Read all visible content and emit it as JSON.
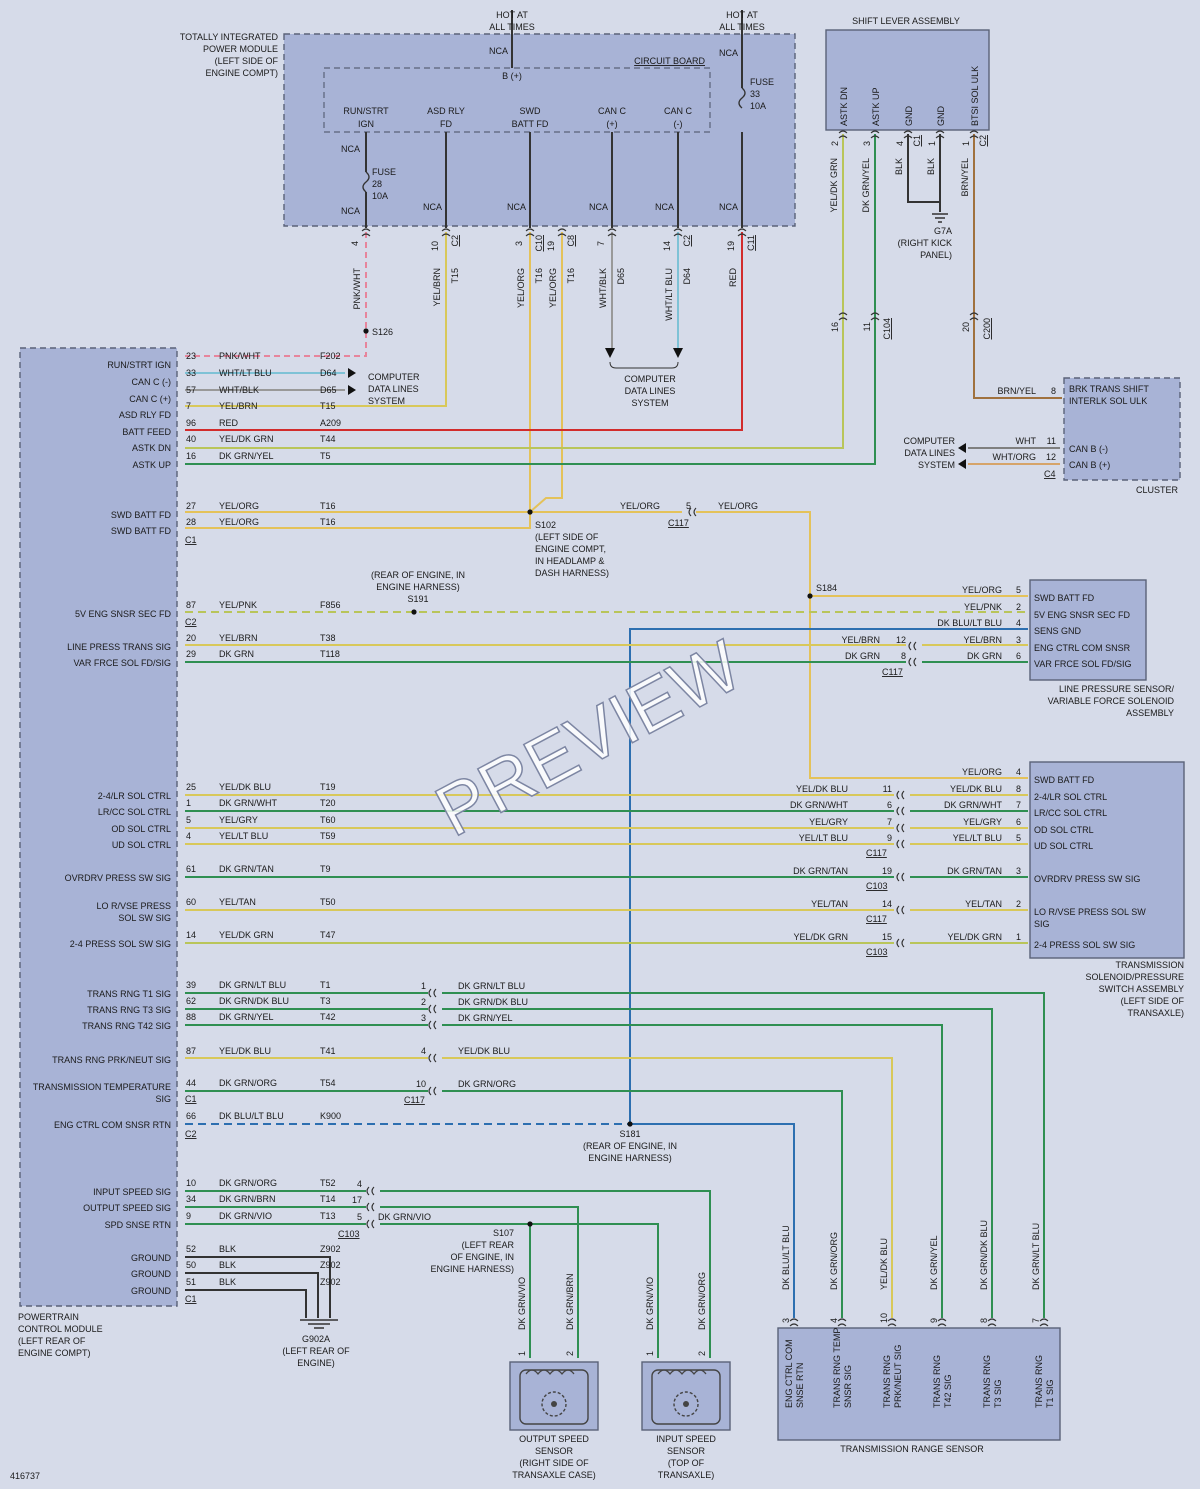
{
  "diagram_id": "416737",
  "watermark": "PREVIEW",
  "colors": {
    "bg": "#d6dbe9",
    "box": "#a8b3d6",
    "yel": "#d8c85a",
    "grn": "#2f8f52",
    "blu": "#2d6fb0",
    "red": "#d22c2c",
    "pnk": "#e7859c",
    "lblu": "#7ec2d6",
    "gray": "#7f7f7f",
    "ygrn": "#b9c55a",
    "org": "#e4c25a"
  },
  "tipm": {
    "title": [
      "TOTALLY INTEGRATED",
      "POWER MODULE",
      "(LEFT SIDE OF",
      "ENGINE COMPT)"
    ],
    "hot1": [
      "HOT AT",
      "ALL TIMES"
    ],
    "hot2": [
      "HOT AT",
      "ALL TIMES"
    ],
    "circuit_board": "CIRCUIT BOARD",
    "bplus": "B (+)",
    "fuse28": [
      "FUSE",
      "28",
      "10A"
    ],
    "fuse33": [
      "FUSE",
      "33",
      "10A"
    ],
    "nca": "NCA",
    "cols": [
      {
        "l1": "RUN/STRT",
        "l2": "IGN"
      },
      {
        "l1": "ASD RLY",
        "l2": "FD"
      },
      {
        "l1": "SWD",
        "l2": "BATT FD"
      },
      {
        "l1": "CAN C",
        "l2": "(+)"
      },
      {
        "l1": "CAN C",
        "l2": "(-)"
      }
    ],
    "pins": [
      {
        "pin": "4",
        "conn": "",
        "wire": "PNK/WHT",
        "circ": ""
      },
      {
        "pin": "10",
        "conn": "C2",
        "wire": "YEL/BRN",
        "circ": "T15"
      },
      {
        "pin": "3",
        "conn": "C10",
        "wire": "YEL/ORG",
        "circ": "T16"
      },
      {
        "pin": "19",
        "conn": "C8",
        "wire": "YEL/ORG",
        "circ": "T16"
      },
      {
        "pin": "7",
        "conn": "",
        "wire": "WHT/BLK",
        "circ": "D65"
      },
      {
        "pin": "14",
        "conn": "C2",
        "wire": "WHT/LT BLU",
        "circ": "D64"
      },
      {
        "pin": "19",
        "conn": "C11",
        "wire": "RED",
        "circ": ""
      }
    ],
    "s126": "S126",
    "cdl": [
      "COMPUTER",
      "DATA LINES",
      "SYSTEM"
    ]
  },
  "shift": {
    "title": "SHIFT LEVER ASSEMBLY",
    "cols": [
      "ASTK DN",
      "ASTK UP",
      "GND",
      "GND",
      "BTSI SOL ULK"
    ],
    "pins": [
      "2",
      "3",
      "4",
      "1",
      "1"
    ],
    "conns": [
      "",
      "",
      "C1",
      "",
      "C2"
    ],
    "wires": [
      "YEL/DK GRN",
      "DK GRN/YEL",
      "BLK",
      "BLK",
      "BRN/YEL"
    ],
    "g7a": [
      "G7A",
      "(RIGHT KICK",
      "PANEL)"
    ],
    "c104": [
      "16",
      "11",
      "C104"
    ],
    "c200": [
      "20",
      "C200"
    ]
  },
  "cluster": {
    "title": "CLUSTER",
    "rows": [
      {
        "pin": "8",
        "wire": "BRN/YEL",
        "label": "BRK TRANS SHIFT INTERLK SOL ULK"
      },
      {
        "pin": "11",
        "wire": "WHT",
        "label": "CAN B (-)"
      },
      {
        "pin": "12",
        "wire": "WHT/ORG",
        "label": "CAN B (+)"
      }
    ],
    "conn": "C4",
    "cdl": [
      "COMPUTER",
      "DATA LINES",
      "SYSTEM"
    ]
  },
  "pcm": {
    "title": [
      "POWERTRAIN",
      "CONTROL MODULE",
      "(LEFT REAR OF",
      "ENGINE COMPT)"
    ],
    "rows": [
      {
        "label": "RUN/STRT IGN",
        "pin": "23",
        "wire": "PNK/WHT",
        "circ": "F202"
      },
      {
        "label": "CAN C (-)",
        "pin": "33",
        "wire": "WHT/LT BLU",
        "circ": "D64"
      },
      {
        "label": "CAN C (+)",
        "pin": "57",
        "wire": "WHT/BLK",
        "circ": "D65"
      },
      {
        "label": "ASD RLY FD",
        "pin": "7",
        "wire": "YEL/BRN",
        "circ": "T15"
      },
      {
        "label": "BATT FEED",
        "pin": "96",
        "wire": "RED",
        "circ": "A209"
      },
      {
        "label": "ASTK DN",
        "pin": "40",
        "wire": "YEL/DK GRN",
        "circ": "T44"
      },
      {
        "label": "ASTK UP",
        "pin": "16",
        "wire": "DK GRN/YEL",
        "circ": "T5"
      },
      {
        "label": "SWD BATT FD",
        "pin": "27",
        "wire": "YEL/ORG",
        "circ": "T16"
      },
      {
        "label": "SWD BATT FD",
        "pin": "28",
        "wire": "YEL/ORG",
        "circ": "T16"
      },
      {
        "label": "5V ENG SNSR SEC FD",
        "pin": "87",
        "wire": "YEL/PNK",
        "circ": "F856"
      },
      {
        "label": "LINE PRESS TRANS SIG",
        "pin": "20",
        "wire": "YEL/BRN",
        "circ": "T38"
      },
      {
        "label": "VAR FRCE SOL FD/SIG",
        "pin": "29",
        "wire": "DK GRN",
        "circ": "T118"
      },
      {
        "label": "2-4/LR SOL CTRL",
        "pin": "25",
        "wire": "YEL/DK BLU",
        "circ": "T19"
      },
      {
        "label": "LR/CC SOL CTRL",
        "pin": "1",
        "wire": "DK GRN/WHT",
        "circ": "T20"
      },
      {
        "label": "OD SOL CTRL",
        "pin": "5",
        "wire": "YEL/GRY",
        "circ": "T60"
      },
      {
        "label": "UD SOL CTRL",
        "pin": "4",
        "wire": "YEL/LT BLU",
        "circ": "T59"
      },
      {
        "label": "OVRDRV PRESS SW SIG",
        "pin": "61",
        "wire": "DK GRN/TAN",
        "circ": "T9"
      },
      {
        "label": "LO R/VSE PRESS SOL SW SIG",
        "pin": "60",
        "wire": "YEL/TAN",
        "circ": "T50"
      },
      {
        "label": "2-4 PRESS SOL SW SIG",
        "pin": "14",
        "wire": "YEL/DK GRN",
        "circ": "T47"
      },
      {
        "label": "TRANS RNG T1 SIG",
        "pin": "39",
        "wire": "DK GRN/LT BLU",
        "circ": "T1"
      },
      {
        "label": "TRANS RNG T3 SIG",
        "pin": "62",
        "wire": "DK GRN/DK BLU",
        "circ": "T3"
      },
      {
        "label": "TRANS RNG T42 SIG",
        "pin": "88",
        "wire": "DK GRN/YEL",
        "circ": "T42"
      },
      {
        "label": "TRANS RNG PRK/NEUT SIG",
        "pin": "87",
        "wire": "YEL/DK BLU",
        "circ": "T41"
      },
      {
        "label": "TRANSMISSION TEMPERATURE SIG",
        "pin": "44",
        "wire": "DK GRN/ORG",
        "circ": "T54"
      },
      {
        "label": "ENG CTRL COM SNSR RTN",
        "pin": "66",
        "wire": "DK BLU/LT BLU",
        "circ": "K900"
      },
      {
        "label": "INPUT SPEED SIG",
        "pin": "10",
        "wire": "DK GRN/ORG",
        "circ": "T52"
      },
      {
        "label": "OUTPUT SPEED SIG",
        "pin": "34",
        "wire": "DK GRN/BRN",
        "circ": "T14"
      },
      {
        "label": "SPD SNSE RTN",
        "pin": "9",
        "wire": "DK GRN/VIO",
        "circ": "T13"
      },
      {
        "label": "GROUND",
        "pin": "52",
        "wire": "BLK",
        "circ": "Z902"
      },
      {
        "label": "GROUND",
        "pin": "50",
        "wire": "BLK",
        "circ": "Z902"
      },
      {
        "label": "GROUND",
        "pin": "51",
        "wire": "BLK",
        "circ": "Z902"
      }
    ],
    "c1": "C1",
    "c2": "C2"
  },
  "splices": {
    "s102": [
      "S102",
      "(LEFT SIDE OF",
      "ENGINE COMPT,",
      "IN HEADLAMP &",
      "DASH HARNESS)"
    ],
    "s191": [
      "(REAR OF ENGINE, IN",
      "ENGINE HARNESS)",
      "S191"
    ],
    "s184": "S184",
    "s181": [
      "S181",
      "(REAR OF ENGINE, IN",
      "ENGINE HARNESS)"
    ],
    "s107": [
      "S107",
      "(LEFT REAR",
      "OF ENGINE, IN",
      "ENGINE HARNESS)"
    ],
    "g902a": [
      "G902A",
      "(LEFT REAR OF",
      "ENGINE)"
    ]
  },
  "inline": {
    "c117a": {
      "pin": "5",
      "wire": "YEL/ORG",
      "wire2": "YEL/ORG",
      "conn": "C117"
    },
    "c117": "C117",
    "c103": "C103",
    "trs_in": [
      {
        "pin": "1",
        "wire": "DK GRN/LT BLU"
      },
      {
        "pin": "2",
        "wire": "DK GRN/DK BLU"
      },
      {
        "pin": "3",
        "wire": "DK GRN/YEL"
      },
      {
        "pin": "4",
        "wire": "YEL/DK BLU"
      },
      {
        "pin": "10",
        "wire": "DK GRN/ORG"
      }
    ],
    "spd": [
      {
        "pin": "4",
        "wire": ""
      },
      {
        "pin": "17",
        "wire": ""
      },
      {
        "pin": "5",
        "wire": "DK GRN/VIO"
      }
    ]
  },
  "lps": {
    "title": [
      "LINE PRESSURE SENSOR/",
      "VARIABLE FORCE SOLENOID",
      "ASSEMBLY"
    ],
    "rows": [
      {
        "pin": "5",
        "wire": "YEL/ORG",
        "label": "SWD BATT FD",
        "mid_pin": "",
        "mid_wire": ""
      },
      {
        "pin": "2",
        "wire": "YEL/PNK",
        "label": "5V ENG SNSR SEC FD",
        "mid_pin": "",
        "mid_wire": ""
      },
      {
        "pin": "4",
        "wire": "DK BLU/LT BLU",
        "label": "SENS GND",
        "mid_pin": "",
        "mid_wire": ""
      },
      {
        "pin": "3",
        "wire": "YEL/BRN",
        "label": "ENG CTRL COM SNSR",
        "mid_pin": "12",
        "mid_wire": "YEL/BRN"
      },
      {
        "pin": "6",
        "wire": "DK GRN",
        "label": "VAR FRCE SOL FD/SIG",
        "mid_pin": "8",
        "mid_wire": "DK GRN"
      }
    ]
  },
  "tss": {
    "title": [
      "TRANSMISSION",
      "SOLENOID/PRESSURE",
      "SWITCH ASSEMBLY",
      "(LEFT SIDE OF",
      "TRANSAXLE)"
    ],
    "rows": [
      {
        "pin": "4",
        "wire": "YEL/ORG",
        "label": "SWD BATT FD",
        "mid_pin": "",
        "mid_wire": ""
      },
      {
        "pin": "8",
        "wire": "YEL/DK BLU",
        "label": "2-4/LR SOL CTRL",
        "mid_pin": "11",
        "mid_wire": "YEL/DK BLU"
      },
      {
        "pin": "7",
        "wire": "DK GRN/WHT",
        "label": "LR/CC SOL CTRL",
        "mid_pin": "6",
        "mid_wire": "DK GRN/WHT"
      },
      {
        "pin": "6",
        "wire": "YEL/GRY",
        "label": "OD SOL CTRL",
        "mid_pin": "7",
        "mid_wire": "YEL/GRY"
      },
      {
        "pin": "5",
        "wire": "YEL/LT BLU",
        "label": "UD SOL CTRL",
        "mid_pin": "9",
        "mid_wire": "YEL/LT BLU"
      },
      {
        "pin": "3",
        "wire": "DK GRN/TAN",
        "label": "OVRDRV PRESS SW SIG",
        "mid_pin": "19",
        "mid_wire": "DK GRN/TAN"
      },
      {
        "pin": "2",
        "wire": "YEL/TAN",
        "label": "LO R/VSE PRESS SOL SW SIG",
        "mid_pin": "14",
        "mid_wire": "YEL/TAN"
      },
      {
        "pin": "1",
        "wire": "YEL/DK GRN",
        "label": "2-4 PRESS SOL SW SIG",
        "mid_pin": "15",
        "mid_wire": "YEL/DK GRN"
      }
    ]
  },
  "osp": {
    "title": [
      "OUTPUT SPEED",
      "SENSOR",
      "(RIGHT SIDE OF",
      "TRANSAXLE CASE)"
    ],
    "wires": [
      "DK GRN/VIO",
      "DK GRN/BRN"
    ],
    "pins": [
      "1",
      "2"
    ]
  },
  "isp": {
    "title": [
      "INPUT SPEED",
      "SENSOR",
      "(TOP OF",
      "TRANSAXLE)"
    ],
    "wires": [
      "DK GRN/VIO",
      "DK GRN/ORG"
    ],
    "pins": [
      "1",
      "2"
    ]
  },
  "trs": {
    "title": "TRANSMISSION RANGE SENSOR",
    "cols": [
      {
        "pin": "3",
        "wire": "DK BLU/LT BLU",
        "label": "ENG CTRL COM SNSE RTN"
      },
      {
        "pin": "4",
        "wire": "DK GRN/ORG",
        "label": "TRANS RNG TEMP SNSR SIG"
      },
      {
        "pin": "10",
        "wire": "YEL/DK BLU",
        "label": "TRANS RNG PRK/NEUT SIG"
      },
      {
        "pin": "9",
        "wire": "DK GRN/YEL",
        "label": "TRANS RNG T42 SIG"
      },
      {
        "pin": "8",
        "wire": "DK GRN/DK BLU",
        "label": "TRANS RNG T3 SIG"
      },
      {
        "pin": "7",
        "wire": "DK GRN/LT BLU",
        "label": "TRANS RNG T1 SIG"
      }
    ]
  }
}
